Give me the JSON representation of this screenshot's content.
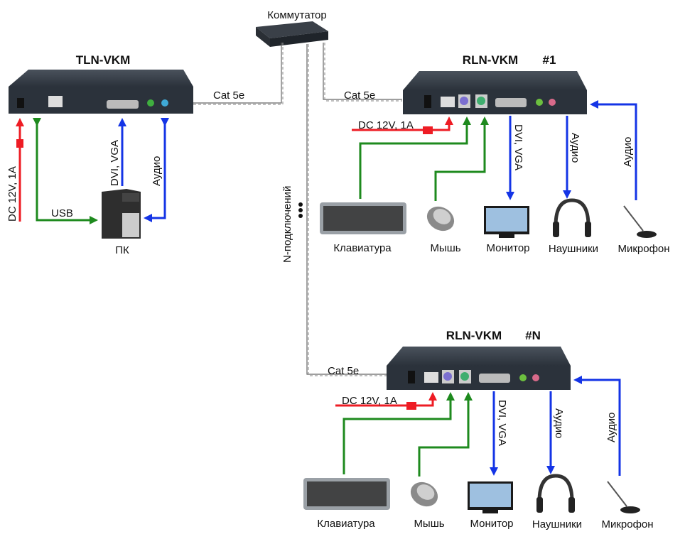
{
  "colors": {
    "power": "#ee1c24",
    "usb": "#1e8a1e",
    "signal": "#1434e6",
    "device_body": "#2b323b"
  },
  "switch": {
    "label": "Коммутатор",
    "icon": "network-switch-icon"
  },
  "connections_label": "N-подключений",
  "transmitter": {
    "title": "TLN-VKM",
    "cable_label": "Cat 5e",
    "power_label": "DC 12V, 1A",
    "usb_label": "USB",
    "video_label": "DVI, VGA",
    "audio_label": "Аудио",
    "pc_label": "ПК"
  },
  "receivers": [
    {
      "title": "RLN-VKM",
      "number": "#1",
      "cable_label": "Cat 5e",
      "power_label": "DC 12V, 1A",
      "video_label": "DVI, VGA",
      "headphones_audio_label": "Аудио",
      "mic_audio_label": "Аудио",
      "devices": [
        "Клавиатура",
        "Мышь",
        "Монитор",
        "Наушники",
        "Микрофон"
      ]
    },
    {
      "title": "RLN-VKM",
      "number": "#N",
      "cable_label": "Cat 5e",
      "power_label": "DC 12V, 1A",
      "video_label": "DVI, VGA",
      "headphones_audio_label": "Аудио",
      "mic_audio_label": "Аудио",
      "devices": [
        "Клавиатура",
        "Мышь",
        "Монитор",
        "Наушники",
        "Микрофон"
      ]
    }
  ]
}
